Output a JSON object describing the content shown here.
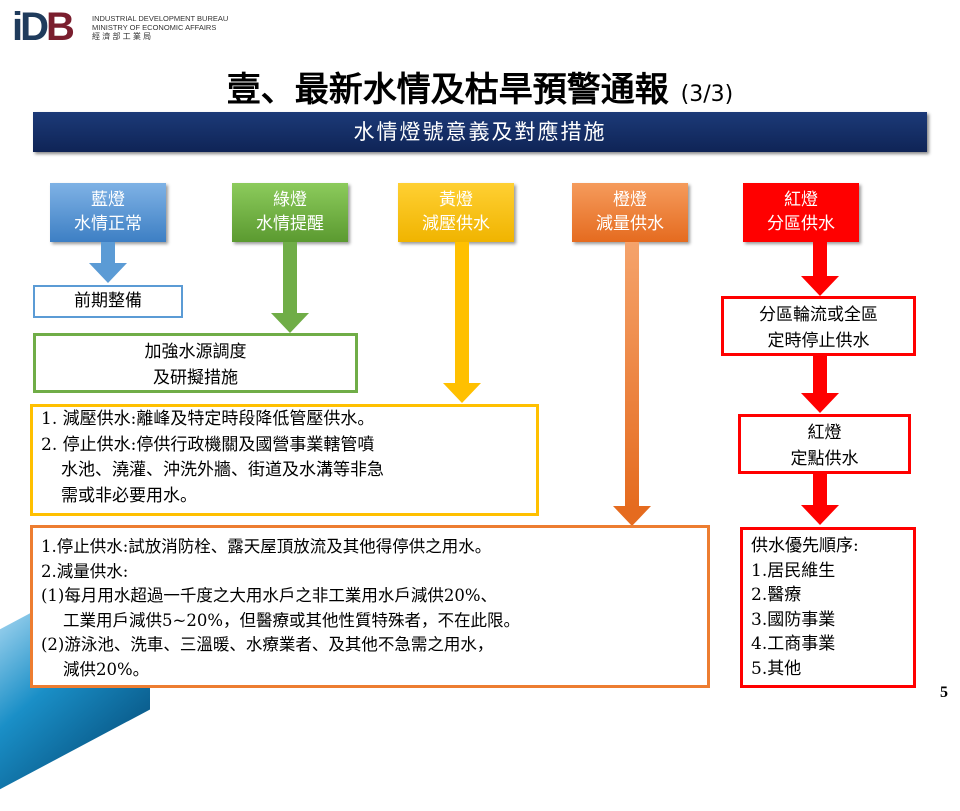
{
  "header": {
    "logo_text": "IDB",
    "org_en_1": "INDUSTRIAL DEVELOPMENT BUREAU",
    "org_en_2": "MINISTRY OF ECONOMIC AFFAIRS",
    "org_zh": "經 濟 部 工 業 局"
  },
  "title": {
    "main": "壹、最新水情及枯旱預警通報",
    "page": "(3/3)"
  },
  "banner": "水情燈號意義及對應措施",
  "colors": {
    "blue": "#5b9bd5",
    "green": "#70ad47",
    "yellow": "#ffc000",
    "orange": "#ed7d31",
    "red": "#ff0000",
    "navy": "#1c3a78"
  },
  "lamps": [
    {
      "name": "藍燈",
      "meaning": "水情正常"
    },
    {
      "name": "綠燈",
      "meaning": "水情提醒"
    },
    {
      "name": "黃燈",
      "meaning": "減壓供水"
    },
    {
      "name": "橙燈",
      "meaning": "減量供水"
    },
    {
      "name": "紅燈",
      "meaning": "分區供水"
    }
  ],
  "blue_action": "前期整備",
  "green_action": {
    "line1": "加強水源調度",
    "line2": "及研擬措施"
  },
  "yellow_actions": [
    "1. 減壓供水:離峰及特定時段降低管壓供水。",
    "2. 停止供水:停供行政機關及國營事業轄管噴",
    "水池、澆灌、沖洗外牆、街道及水溝等非急",
    "需或非必要用水。"
  ],
  "orange_actions": [
    "1.停止供水:試放消防栓、露天屋頂放流及其他得停供之用水。",
    "2.減量供水:",
    "(1)每月用水超過一千度之大用水戶之非工業用水戶減供20%、",
    "工業用戶減供5~20%，但醫療或其他性質特殊者，不在此限。",
    "(2)游泳池、洗車、三溫暖、水療業者、及其他不急需之用水，",
    "減供20%。"
  ],
  "red_actions": {
    "step1": {
      "line1": "分區輪流或全區",
      "line2": "定時停止供水"
    },
    "step2": {
      "line1": "紅燈",
      "line2": "定點供水"
    },
    "priority": {
      "title": "供水優先順序:",
      "items": [
        "1.居民維生",
        "2.醫療",
        "3.國防事業",
        "4.工商事業",
        "5.其他"
      ]
    }
  },
  "page_number": "5"
}
